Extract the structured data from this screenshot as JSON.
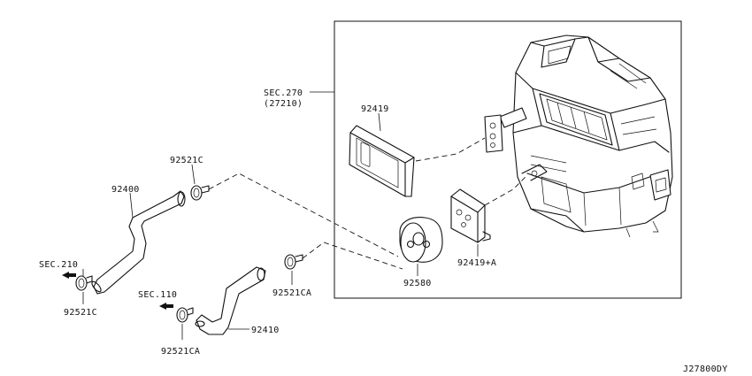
{
  "labels": {
    "sec270": "SEC.270",
    "sec270_sub": "(27210)",
    "p92419": "92419",
    "p92419a": "92419+A",
    "p92580": "92580",
    "p92521c_top": "92521C",
    "p92400": "92400",
    "sec210": "SEC.210",
    "p92521c_bottom": "92521C",
    "sec110": "SEC.110",
    "p92521ca_bottom": "92521CA",
    "p92521ca_right": "92521CA",
    "p92410": "92410",
    "diagram_code": "J27800DY"
  }
}
